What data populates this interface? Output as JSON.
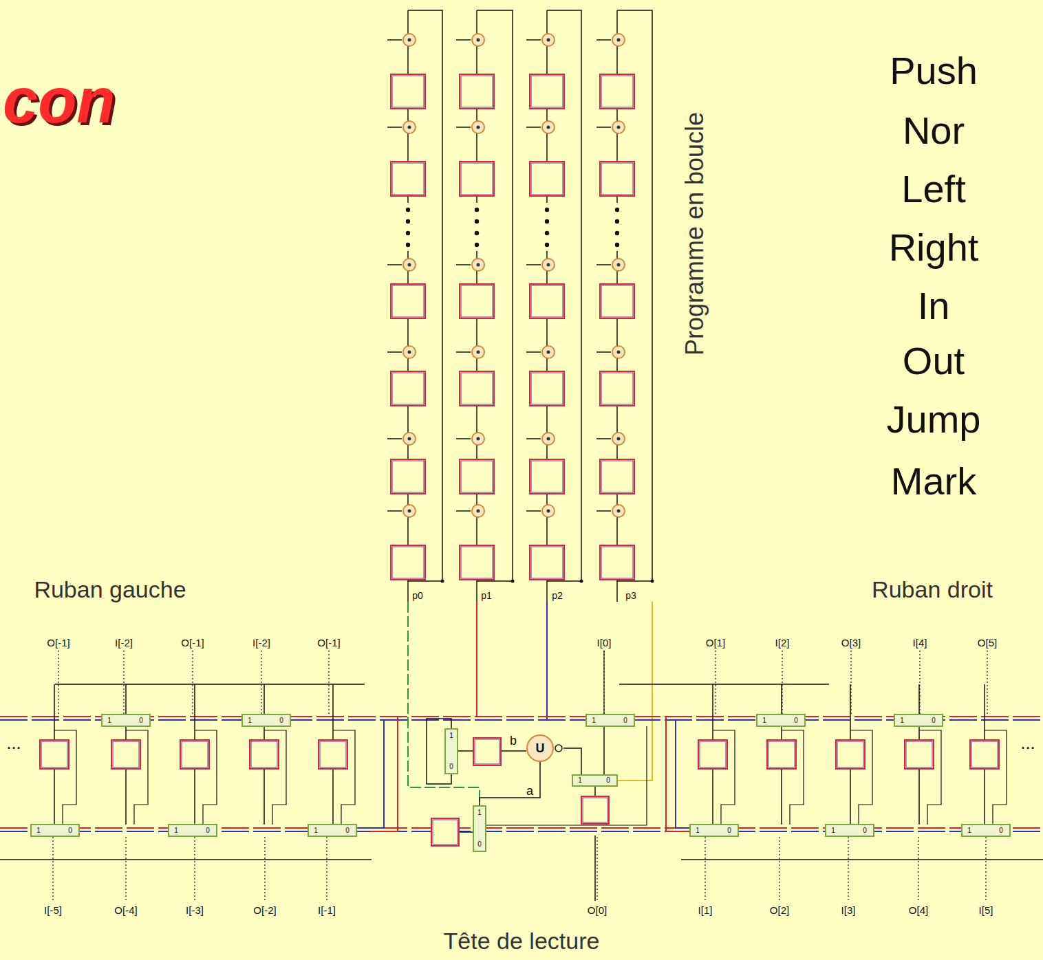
{
  "diagram": {
    "title": "con",
    "nodes": [
      {
        "text": [
          "U"
        ]
      }
    ],
    "labels": [
      "Push",
      "Nor",
      "Left",
      "Right",
      "In",
      "Out",
      "Jump",
      "Mark",
      "Programme en boucle",
      "Ruban gauche",
      "Ruban droit",
      "Tête de lecture",
      "p0",
      "p1",
      "p2",
      "p3",
      "O[-1]",
      "I[-2]",
      "O[-1]",
      "I[-2]",
      "O[-1]",
      "I[0]",
      "O[1]",
      "I[2]",
      "O[3]",
      "I[4]",
      "O[5]",
      "I[-5]",
      "O[-4]",
      "I[-3]",
      "O[-2]",
      "I[-1]",
      "O[0]",
      "I[1]",
      "O[2]",
      "I[3]",
      "O[4]",
      "I[5]",
      "a",
      "b",
      "...",
      "...",
      "1",
      "0",
      "1",
      "0",
      "1",
      "0",
      "1",
      "0",
      "1",
      "0",
      "1",
      "0",
      "1",
      "0",
      "1",
      "0",
      "1",
      "0",
      "1",
      "0",
      "1",
      "0",
      "1",
      "0",
      "1",
      "0",
      "1",
      "0"
    ]
  }
}
